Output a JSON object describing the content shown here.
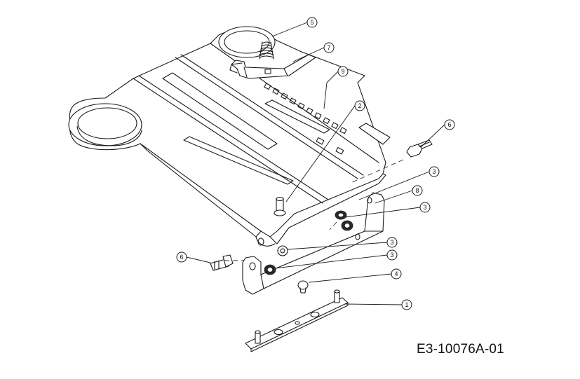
{
  "drawing_code": "E3-10076A-01",
  "callouts": {
    "c1": "1",
    "c2": "2",
    "c3a": "3",
    "c3b": "3",
    "c3c": "3",
    "c3d": "3",
    "c4": "4",
    "c5": "5",
    "c6a": "6",
    "c6b": "6",
    "c7": "7",
    "c8": "8",
    "c9": "9"
  }
}
